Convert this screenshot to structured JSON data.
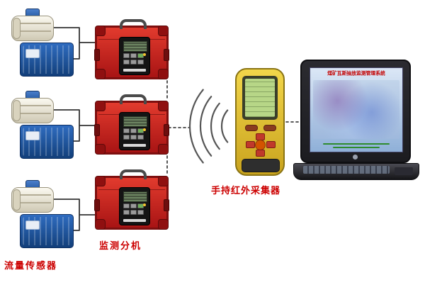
{
  "diagram": {
    "labels": {
      "flow_sensor": "流量传感器",
      "monitor_unit": "监测分机",
      "handheld_collector": "手持红外采集器"
    },
    "laptop": {
      "screen_title": "煤矿瓦斯抽放监测管理系统"
    },
    "colors": {
      "label_red": "#cc0000",
      "case_red": "#c62222",
      "handheld_yellow": "#e6c33a",
      "sensor_blue": "#1d4f9e",
      "lcd_green": "#b7d687"
    }
  }
}
